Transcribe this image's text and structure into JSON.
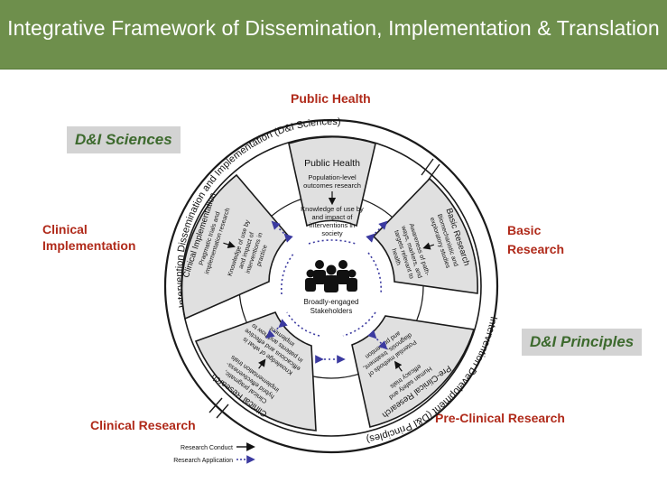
{
  "header": {
    "title": "Integrative Framework of Dissemination, Implementation & Translation"
  },
  "outer_labels": {
    "public_health": "Public Health",
    "clinical_implementation_line1": "Clinical",
    "clinical_implementation_line2": "Implementation",
    "basic_line1": "Basic",
    "basic_line2": "Research",
    "clinical_research": "Clinical Research",
    "preclinical_research": "Pre-Clinical Research"
  },
  "boxes": {
    "sciences": "D&I Sciences",
    "principles": "D&I Principles"
  },
  "diagram": {
    "ring_top": "Intervention Dissemination and Implementation (D&I Sciences)",
    "ring_bottom": "Intervention Development (D&I Principles)",
    "segments": {
      "public_health": {
        "title": "Public Health",
        "top_lines": [
          "Population-level",
          "outcomes research"
        ],
        "bottom_lines": [
          "Knowledge of use by",
          "and impact of",
          "interventions in",
          "society"
        ]
      },
      "basic": {
        "title": "Basic Research",
        "lines_a": [
          "Biomechanistic and",
          "exploratory studies"
        ],
        "lines_b": [
          "Awareness of path-",
          "ways, markers, and",
          "targets relevant to",
          "health"
        ]
      },
      "preclinical": {
        "title": "Pre-Clinical Research",
        "lines_a": [
          "Human safety and",
          "efficacy trials"
        ],
        "lines_b": [
          "Potential methods of",
          "diagnosis, treatment,",
          "and prevention"
        ]
      },
      "clinical_research": {
        "title": "Clinical Research",
        "lines_a": [
          "Clinical pragmatic,",
          "hybrid effectiveness-",
          "implementation trials"
        ],
        "lines_b": [
          "Knowledge of what is",
          "efficacious and effective",
          "in patients and how to",
          "implement"
        ]
      },
      "clinical_implementation": {
        "title": "Clinical Implementation",
        "lines_a": [
          "Pragmatic trials and",
          "implementation research"
        ],
        "lines_b": [
          "Knowledge of use by",
          "and impact of",
          "interventions in",
          "practice"
        ]
      }
    },
    "center": {
      "line1": "Broadly-engaged",
      "line2": "Stakeholders"
    },
    "legend": {
      "conduct": "Research Conduct",
      "application": "Research Application"
    }
  },
  "colors": {
    "header_bg": "#6e8f4c",
    "label_red": "#b02a1a",
    "box_gray": "#d3d3d3",
    "box_text_green": "#3d6a2e",
    "segment_fill": "#e0e0e0",
    "arrow_blue": "#3b3aa0"
  }
}
